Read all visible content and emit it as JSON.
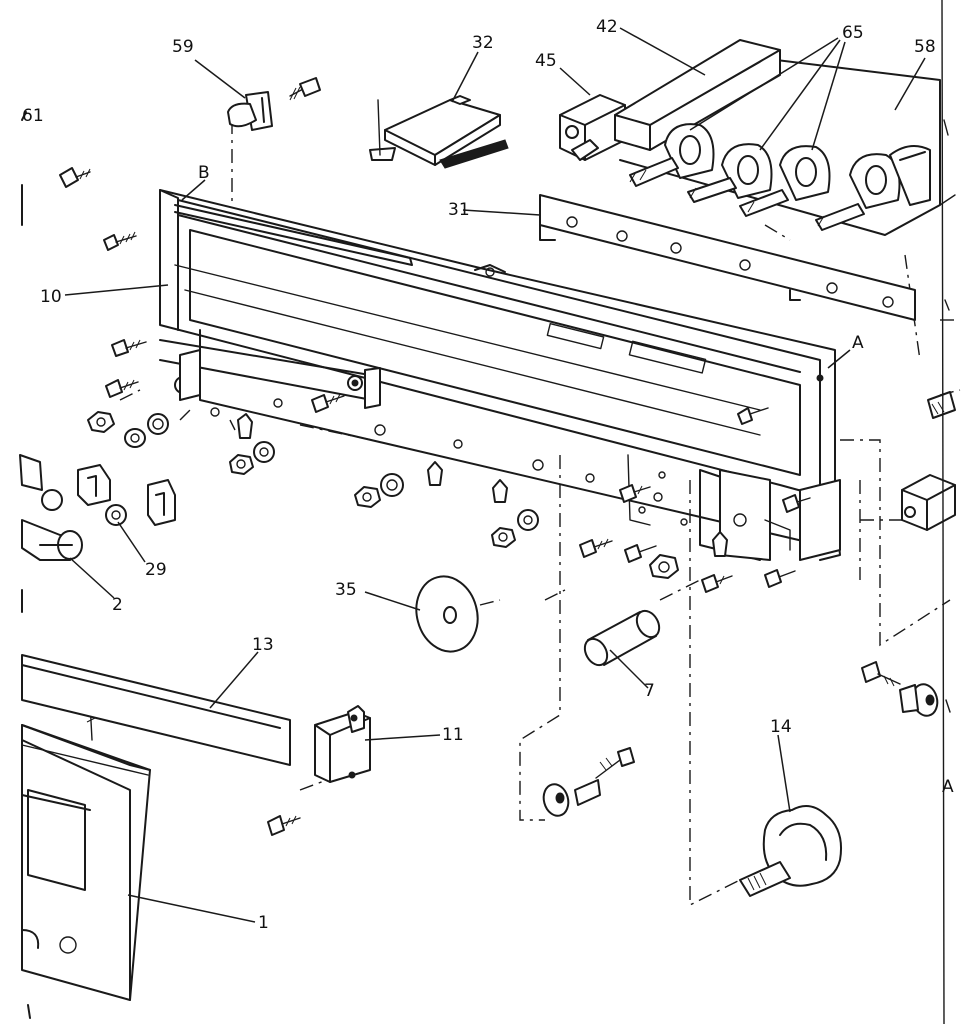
{
  "labels": {
    "l59": "59",
    "l32": "32",
    "l42": "42",
    "l45": "45",
    "l65": "65",
    "l58": "58",
    "l61": "61",
    "lB": "B",
    "l31": "31",
    "l10": "10",
    "lA": "A",
    "lA2": "A",
    "l29": "29",
    "l2": "2",
    "l35": "35",
    "l7": "7",
    "l13": "13",
    "l11": "11",
    "l14": "14",
    "l1": "1"
  }
}
